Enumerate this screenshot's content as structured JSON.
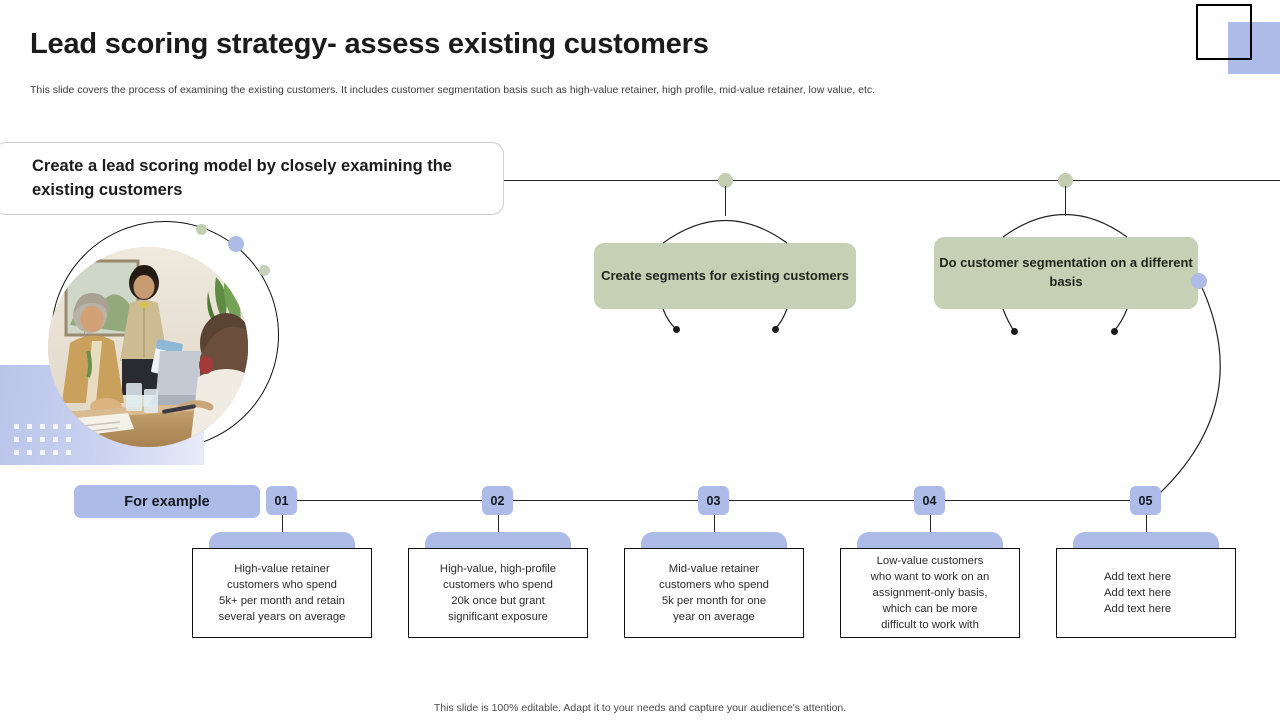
{
  "header": {
    "title": "Lead scoring strategy- assess existing customers",
    "subtitle": "This slide covers the process of examining the existing customers. It includes customer segmentation basis such as high-value retainer, high profile, mid-value retainer,  low value, etc."
  },
  "callout": {
    "text": "Create a lead scoring model by closely examining the existing customers"
  },
  "segments": [
    {
      "label": "Create segments for existing customers"
    },
    {
      "label": "Do customer segmentation on a different basis"
    }
  ],
  "timeline": {
    "example_label": "For example",
    "items": [
      {
        "number": "01",
        "text": "High-value  retainer\ncustomers who spend\n5k+ per month and retain\nseveral years on average"
      },
      {
        "number": "02",
        "text": "High-value,  high-profile\ncustomers who spend\n20k once but grant\nsignificant exposure"
      },
      {
        "number": "03",
        "text": "Mid-value  retainer\ncustomers who spend\n5k per month for one\nyear on average"
      },
      {
        "number": "04",
        "text": "Low-value  customers\nwho want to work on an\nassignment-only basis,\nwhich can be more\ndifficult to work with"
      },
      {
        "number": "05",
        "text": "Add text here\nAdd text here\nAdd text here"
      }
    ]
  },
  "photo": {
    "alt": "business-meeting-photo"
  },
  "footer": {
    "text": "This slide is 100% editable.  Adapt it to your needs and capture your audience's attention."
  },
  "colors": {
    "periwinkle": "#adbbe8",
    "sage": "#c6d0b5",
    "sage_dot": "#c2cdb2",
    "ink": "#1b1b1b"
  }
}
